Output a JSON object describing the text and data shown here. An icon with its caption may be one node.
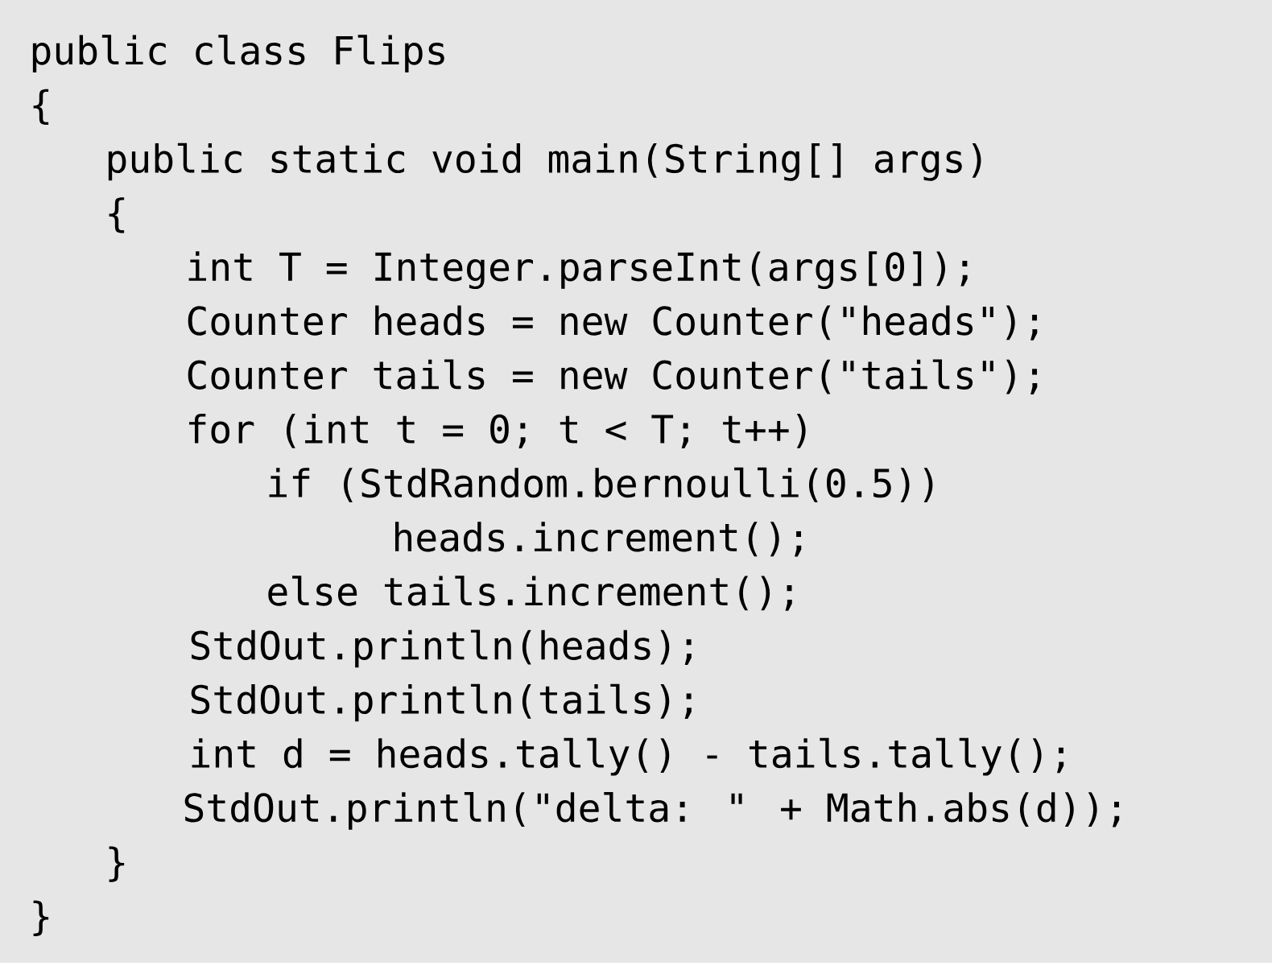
{
  "diagram": {
    "labels": [
      "public class Flips",
      "{",
      "public static void main(String[] args)",
      "{",
      "int T = Integer.parseInt(args[0]);",
      "Counter heads = new Counter(\"heads\");",
      "Counter tails = new Counter(\"tails\");",
      "for (int t = 0; t < T; t++)",
      "if (StdRandom.bernoulli(0.5))",
      "heads.increment();",
      "else tails.increment();",
      "StdOut.println(heads);",
      "StdOut.println(tails);",
      "int d = heads.tally() - tails.tally();",
      "StdOut.println(\"delta: \" + Math.abs(d));",
      "}",
      "}"
    ]
  }
}
